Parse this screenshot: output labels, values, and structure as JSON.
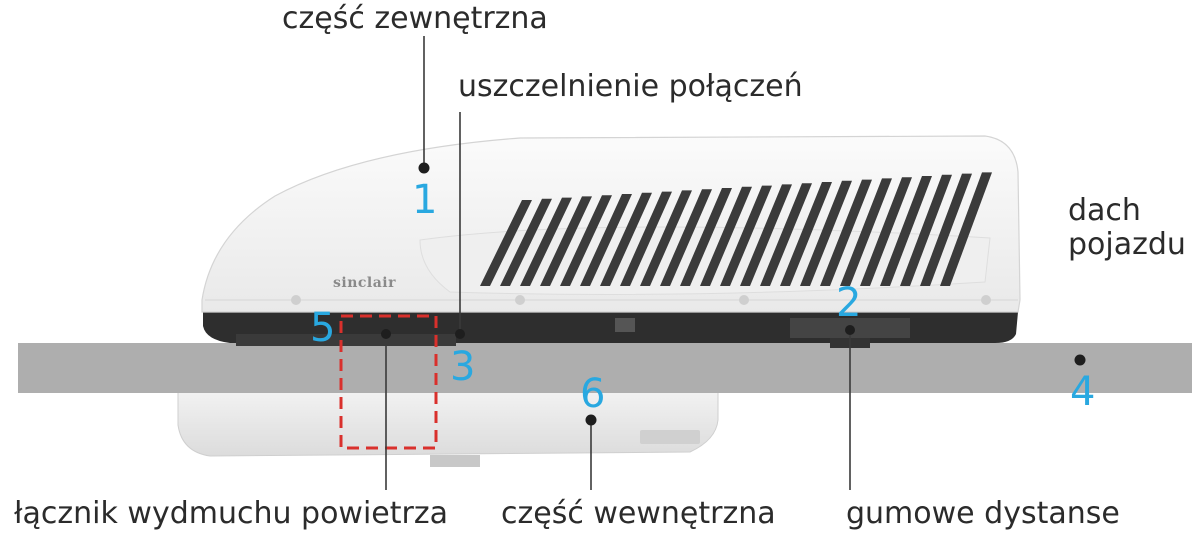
{
  "brand": "sinclair",
  "labels": {
    "outer": "część zewnętrzna",
    "seal": "uszczelnienie połączeń",
    "roof_line1": "dach",
    "roof_line2": "pojazdu",
    "connector": "łącznik wydmuchu powietrza",
    "inner": "część wewnętrzna",
    "spacers": "gumowe dystanse"
  },
  "numbers": {
    "n1": "1",
    "n2": "2",
    "n3": "3",
    "n4": "4",
    "n5": "5",
    "n6": "6"
  },
  "colors": {
    "number": "#29a8e0",
    "text": "#2b2b2b",
    "dashed_box": "#d9302c",
    "roof": "#aeaeae"
  }
}
